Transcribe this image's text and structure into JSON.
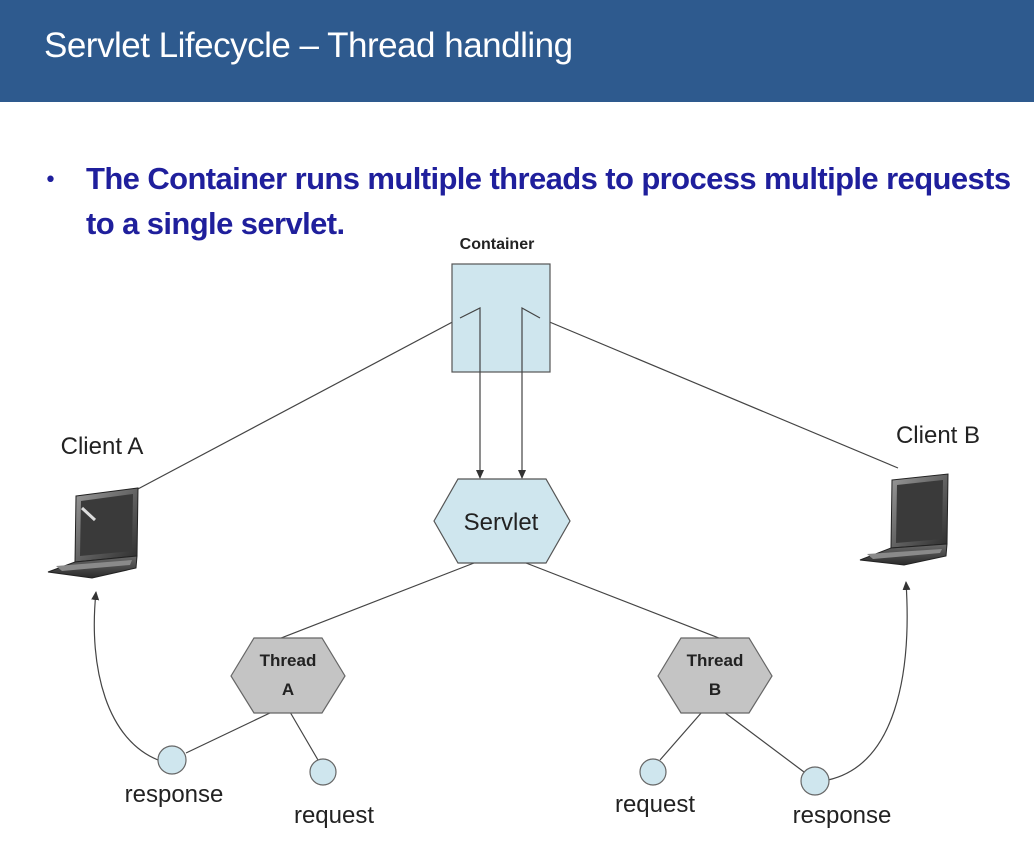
{
  "header": {
    "title": "Servlet Lifecycle – Thread handling",
    "background_color": "#2e5a8e"
  },
  "bullet": {
    "symbol": "•",
    "text": "The Container runs multiple threads to process multiple requests to a single servlet.",
    "color": "#1f1f9c"
  },
  "diagram": {
    "container_label": "Container",
    "servlet_label": "Servlet",
    "client_a_label": "Client A",
    "client_b_label": "Client B",
    "thread_a": {
      "line1": "Thread",
      "line2": "A"
    },
    "thread_b": {
      "line1": "Thread",
      "line2": "B"
    },
    "left_response_label": "response",
    "left_request_label": "request",
    "right_request_label": "request",
    "right_response_label": "response",
    "colors": {
      "light_blue_fill": "#cfe6ee",
      "thread_fill": "#c4c4c4",
      "line": "#444444"
    }
  }
}
